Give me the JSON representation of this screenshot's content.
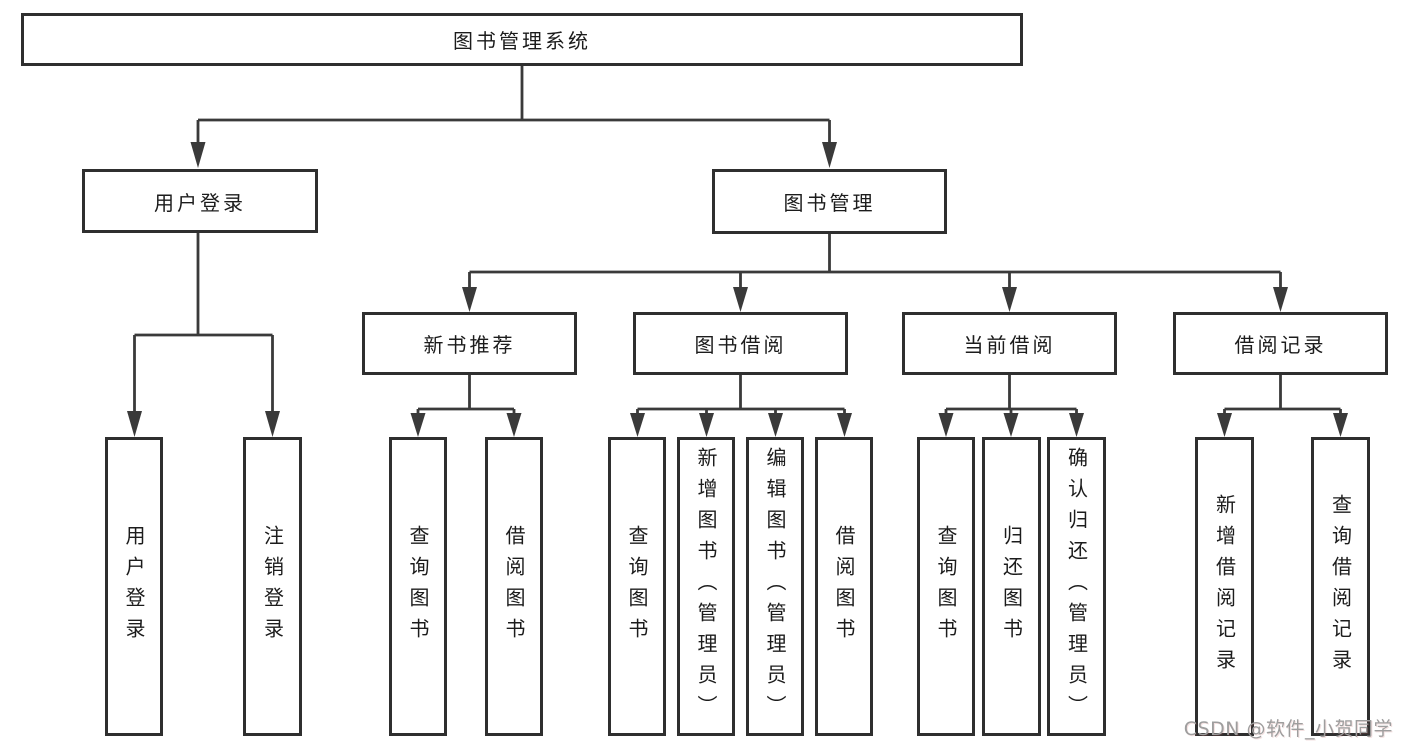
{
  "tree": {
    "label": "图书管理系统",
    "children": [
      {
        "label": "用户登录",
        "children": [
          {
            "label": "用户登录"
          },
          {
            "label": "注销登录"
          }
        ]
      },
      {
        "label": "图书管理",
        "children": [
          {
            "label": "新书推荐",
            "children": [
              {
                "label": "查询图书"
              },
              {
                "label": "借阅图书"
              }
            ]
          },
          {
            "label": "图书借阅",
            "children": [
              {
                "label": "查询图书"
              },
              {
                "label": "新增图书（管理员）"
              },
              {
                "label": "编辑图书（管理员）"
              },
              {
                "label": "借阅图书"
              }
            ]
          },
          {
            "label": "当前借阅",
            "children": [
              {
                "label": "查询图书"
              },
              {
                "label": "归还图书"
              },
              {
                "label": "确认归还（管理员）"
              }
            ]
          },
          {
            "label": "借阅记录",
            "children": [
              {
                "label": "新增借阅记录"
              },
              {
                "label": "查询借阅记录"
              }
            ]
          }
        ]
      }
    ]
  },
  "watermark": {
    "text": "CSDN @软件_小贺同学"
  },
  "colors": {
    "line": "#3a3a3a",
    "box_border": "#2f2f2f",
    "box_fill": "#ffffff",
    "text": "#1c1c1c",
    "background": "#ffffff",
    "watermark": "#9e9e9e"
  }
}
